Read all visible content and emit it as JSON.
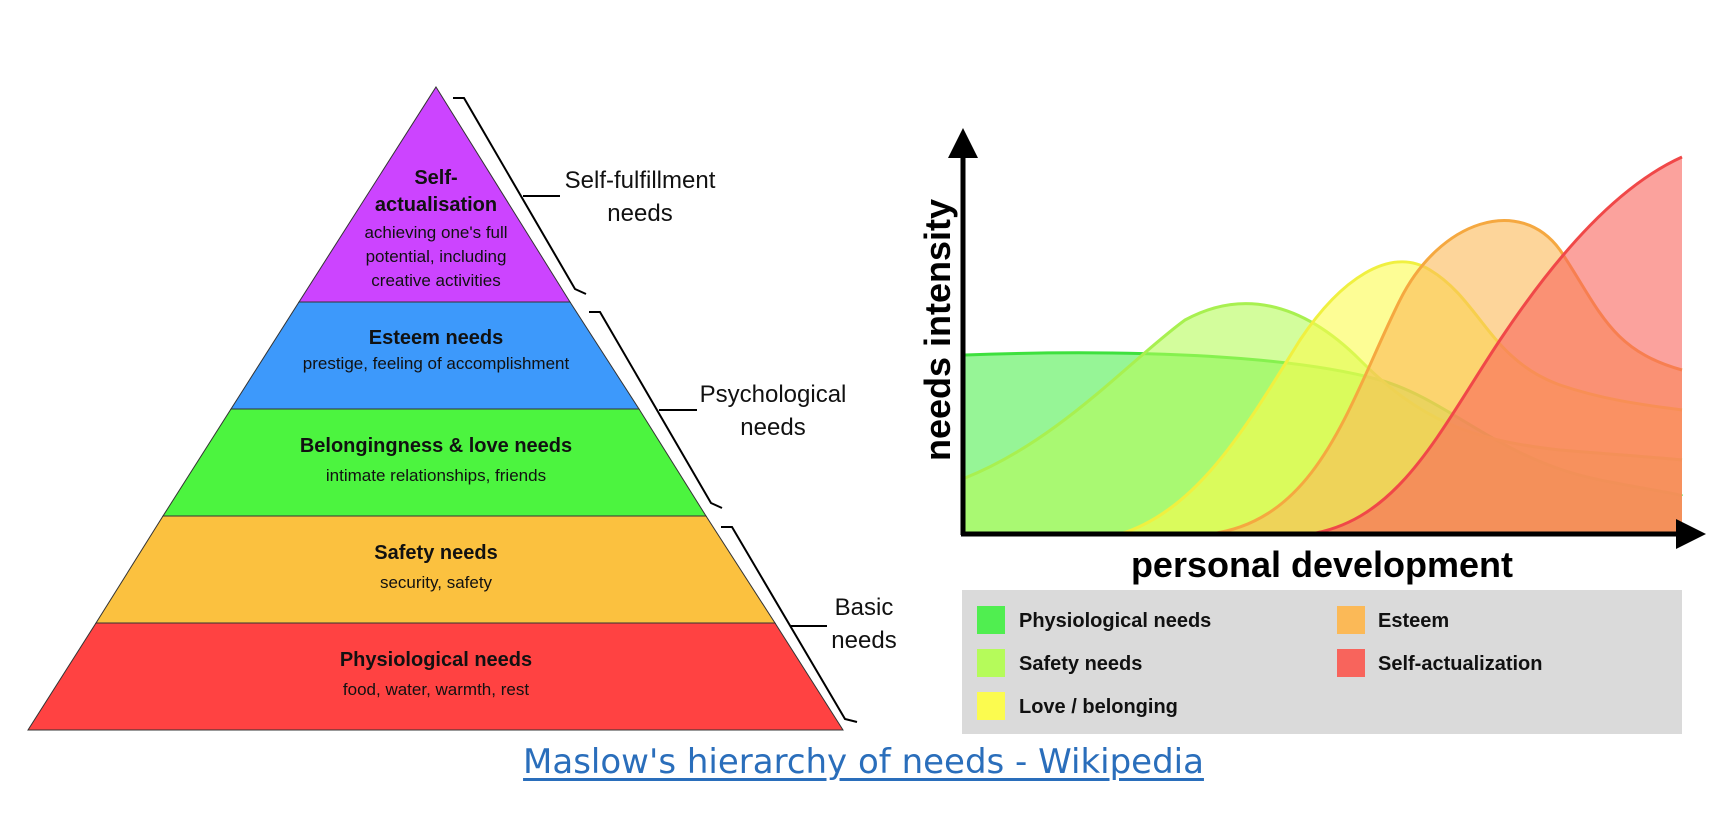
{
  "pyramid": {
    "levels": [
      {
        "title_lines": [
          "Self-",
          "actualisation"
        ],
        "desc_lines": [
          "achieving one's full",
          "potential, including",
          "creative activities"
        ],
        "color": "#cc44ff"
      },
      {
        "title_lines": [
          "Esteem needs"
        ],
        "desc_lines": [
          "prestige, feeling of accomplishment"
        ],
        "color": "#3d99fb"
      },
      {
        "title_lines": [
          "Belongingness & love needs"
        ],
        "desc_lines": [
          "intimate relationships, friends"
        ],
        "color": "#4cf43f"
      },
      {
        "title_lines": [
          "Safety needs"
        ],
        "desc_lines": [
          "security, safety"
        ],
        "color": "#fbc13f"
      },
      {
        "title_lines": [
          "Physiological needs"
        ],
        "desc_lines": [
          "food, water, warmth, rest"
        ],
        "color": "#ff4242"
      }
    ],
    "groups": [
      {
        "lines": [
          "Self-fulfillment",
          "needs"
        ]
      },
      {
        "lines": [
          "Psychological",
          "needs"
        ]
      },
      {
        "lines": [
          "Basic",
          "needs"
        ]
      }
    ]
  },
  "chart": {
    "ylabel": "needs intensity",
    "xlabel": "personal development",
    "legend": [
      {
        "label": "Physiological needs",
        "color": "#50ee50"
      },
      {
        "label": "Esteem",
        "color": "#fbb957"
      },
      {
        "label": "Safety needs",
        "color": "#b5fb5a"
      },
      {
        "label": "Self-actualization",
        "color": "#f8645c"
      },
      {
        "label": "Love / belonging",
        "color": "#fbfb4f"
      }
    ]
  },
  "footer": {
    "link_text": "Maslow's hierarchy of needs - Wikipedia"
  }
}
